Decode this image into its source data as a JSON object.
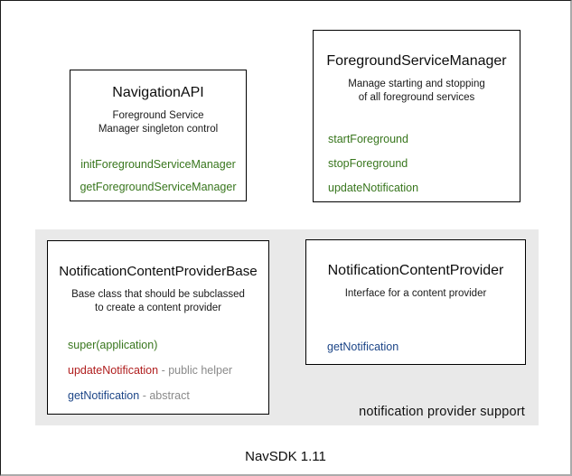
{
  "caption": "NavSDK 1.11",
  "panel": {
    "label": "notification provider support",
    "background": "#e9e9e9"
  },
  "colors": {
    "method_green": "#38761d",
    "method_red": "#b01e1e",
    "method_blue": "#1c4587",
    "suffix_gray": "#8a8a8a",
    "box_border": "#000000",
    "text": "#0d0d0d"
  },
  "boxes": [
    {
      "title": "NavigationAPI",
      "desc": [
        "Foreground Service",
        "Manager singleton control"
      ],
      "methods": [
        {
          "name": "initForegroundServiceManager",
          "color": "green"
        },
        {
          "name": "getForegroundServiceManager",
          "color": "green"
        }
      ]
    },
    {
      "title": "ForegroundServiceManager",
      "desc": [
        "Manage starting and stopping",
        "of all foreground services"
      ],
      "methods": [
        {
          "name": "startForeground",
          "color": "green"
        },
        {
          "name": "stopForeground",
          "color": "green"
        },
        {
          "name": "updateNotification",
          "color": "green"
        }
      ]
    },
    {
      "title": "NotificationContentProviderBase",
      "desc": [
        "Base class that should be subclassed",
        "to create a content provider"
      ],
      "methods": [
        {
          "name": "super(application)",
          "suffix": "",
          "color": "green"
        },
        {
          "name": "updateNotification",
          "suffix": "- public helper",
          "color": "red"
        },
        {
          "name": "getNotification",
          "suffix": "- abstract",
          "color": "blue"
        }
      ]
    },
    {
      "title": "NotificationContentProvider",
      "desc": [
        "Interface for a content provider"
      ],
      "methods": [
        {
          "name": "getNotification",
          "color": "blue"
        }
      ]
    }
  ]
}
